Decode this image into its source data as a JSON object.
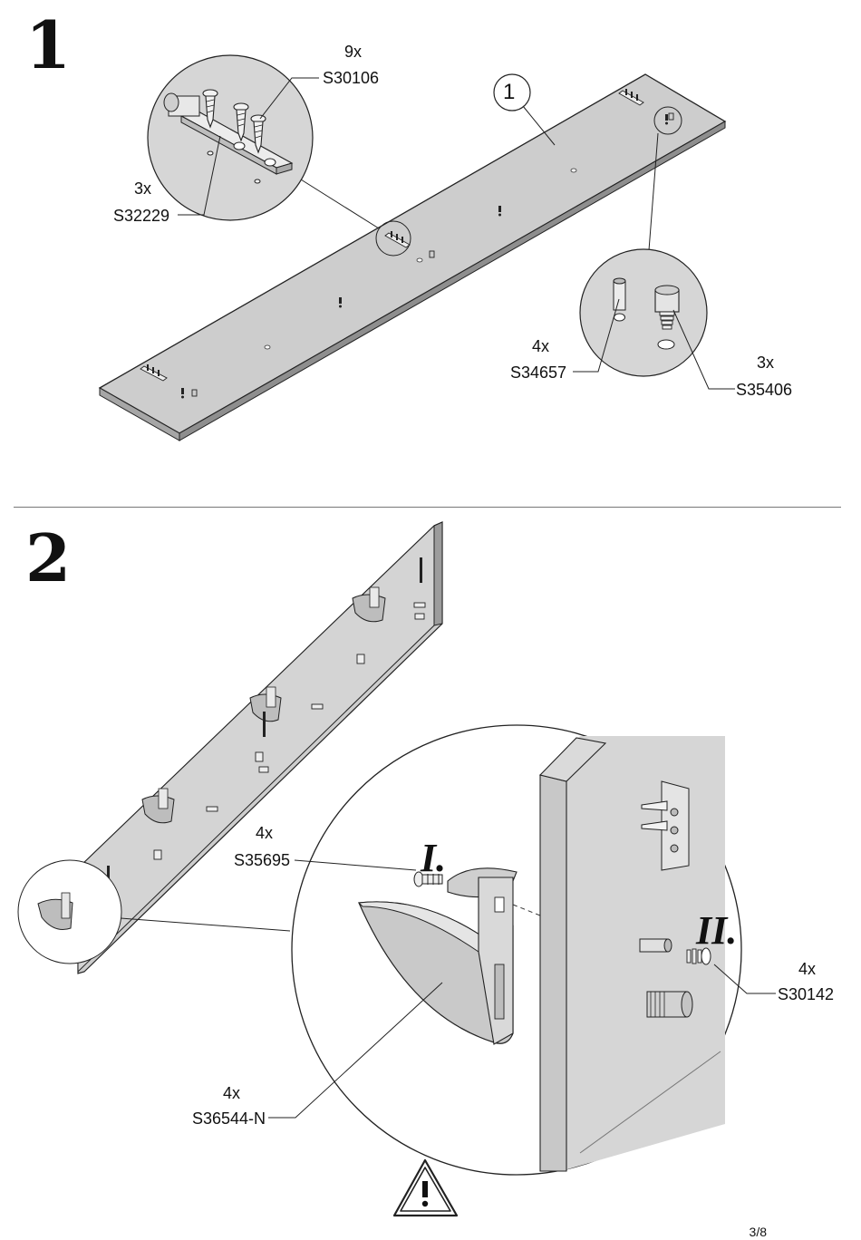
{
  "steps": [
    {
      "number": "1",
      "part_marker": "1",
      "labels": {
        "s30106_qty": "9x",
        "s30106_code": "S30106",
        "s32229_qty": "3x",
        "s32229_code": "S32229",
        "s34657_qty": "4x",
        "s34657_code": "S34657",
        "s35406_qty": "3x",
        "s35406_code": "S35406"
      }
    },
    {
      "number": "2",
      "roman_first": "I.",
      "roman_second": "II.",
      "labels": {
        "s35695_qty": "4x",
        "s35695_code": "S35695",
        "s30142_qty": "4x",
        "s30142_code": "S30142",
        "s36544_qty": "4x",
        "s36544_code": "S36544-N"
      }
    }
  ],
  "page_number": "3/8",
  "icons": [
    "warning-triangle-icon"
  ],
  "colors": {
    "panel": "#c8c8c8",
    "panel_edge": "#9a9a9a",
    "ink": "#111111",
    "detail_bg": "#d6d6d6"
  }
}
